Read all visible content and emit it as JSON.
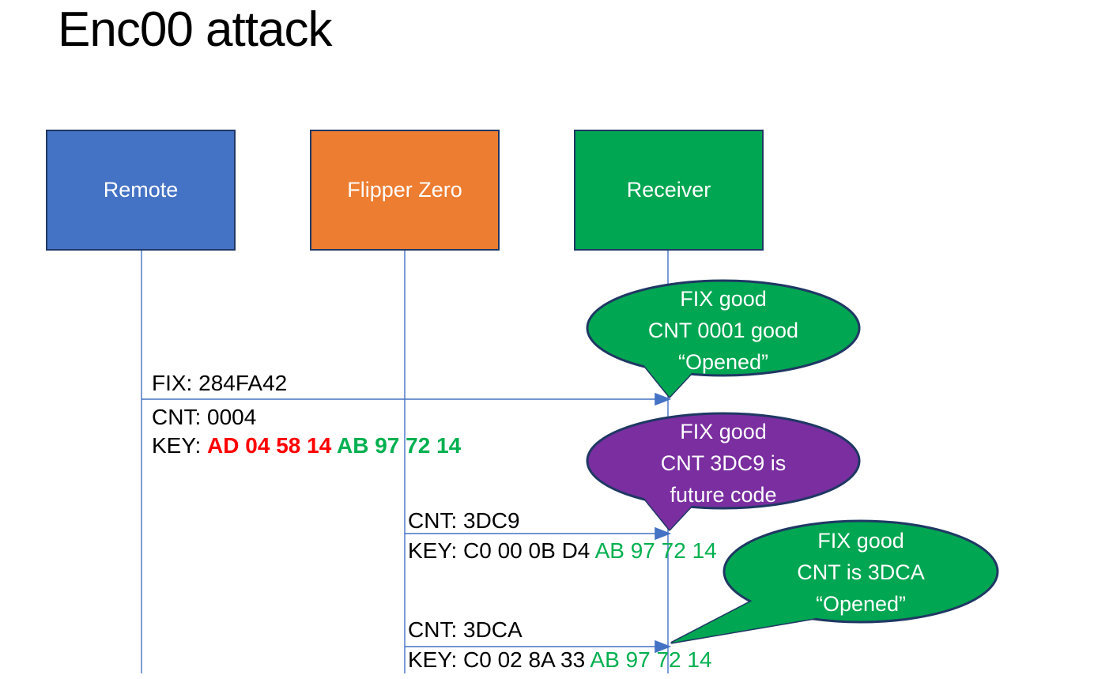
{
  "title": "Enc00 attack",
  "colors": {
    "actor_blue": "#4472C4",
    "actor_orange": "#ED7D31",
    "actor_green": "#00A651",
    "bubble_green": "#00A651",
    "bubble_purple": "#7A2EA0",
    "bubble_border": "#1F3864",
    "connector_blue": "#4472C4",
    "key_red": "#FF0000",
    "key_green": "#00B050",
    "box_text": "#FFFFFF",
    "message_text": "#000000"
  },
  "actors": [
    {
      "label": "Remote"
    },
    {
      "label": "Flipper Zero"
    },
    {
      "label": "Receiver"
    }
  ],
  "messages": [
    {
      "above": "FIX: 284FA42",
      "line2": "CNT: 0004",
      "key": {
        "prefix": "KEY: ",
        "red": "AD 04 58 14 ",
        "green": "AB 97 72 14"
      }
    },
    {
      "above": "CNT: 3DC9",
      "key": {
        "prefix": "KEY: C0 00 0B D4 ",
        "green": "AB 97 72 14"
      }
    },
    {
      "above": "CNT: 3DCA",
      "key": {
        "prefix": "KEY: C0 02 8A 33 ",
        "green": "AB 97 72 14"
      }
    }
  ],
  "bubbles": [
    {
      "lines": [
        "FIX good",
        "CNT 0001 good",
        "“Opened”"
      ]
    },
    {
      "lines": [
        "FIX good",
        "CNT 3DC9 is",
        "future code"
      ]
    },
    {
      "lines": [
        "FIX good",
        "CNT is 3DCA",
        "“Opened”"
      ]
    }
  ]
}
